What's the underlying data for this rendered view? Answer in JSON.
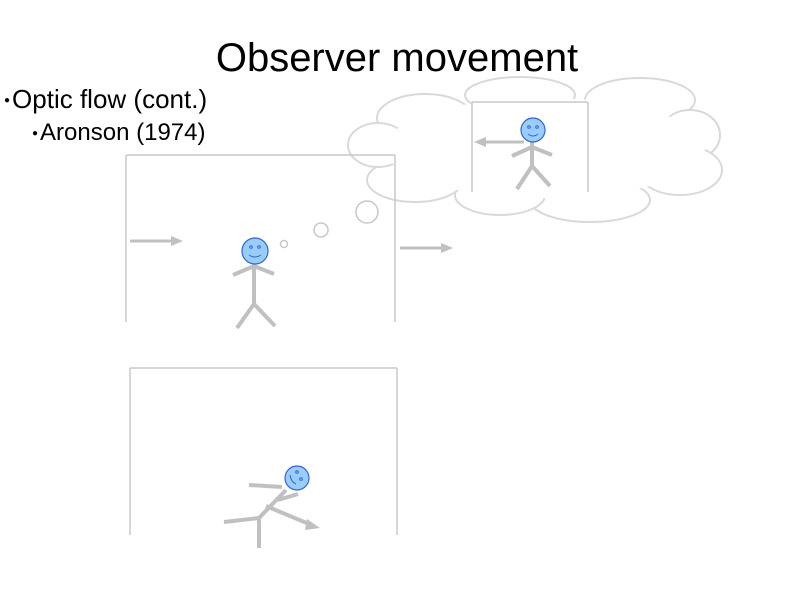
{
  "slide": {
    "title": "Observer movement",
    "bullet_1": "Optic flow (cont.)",
    "bullet_2": "Aronson (1974)",
    "bullet_glyph": "●"
  },
  "colors": {
    "line_gray": "#c0c0c0",
    "face_blue": "#99ccff",
    "face_stroke": "#3366cc",
    "cloud_stroke": "#d9d9d9"
  },
  "icons": {
    "figure": "stick-figure-icon",
    "arrow": "arrow-right-icon",
    "cloud": "thought-cloud-icon"
  }
}
